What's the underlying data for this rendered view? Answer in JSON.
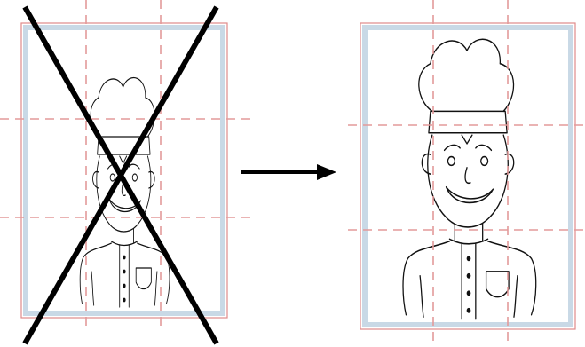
{
  "diagram": {
    "panels": [
      {
        "id": "incorrect",
        "marked": "crossed-out",
        "colors": {
          "frame": "#e08a8a",
          "mat": "#c9d9e6",
          "grid": "#e39a9a"
        }
      },
      {
        "id": "correct",
        "marked": "none",
        "colors": {
          "frame": "#e08a8a",
          "mat": "#c9d9e6",
          "grid": "#e39a9a"
        }
      }
    ],
    "connector": {
      "icon": "right-arrow-icon",
      "color": "#000000"
    },
    "guides": "rule-of-thirds"
  }
}
